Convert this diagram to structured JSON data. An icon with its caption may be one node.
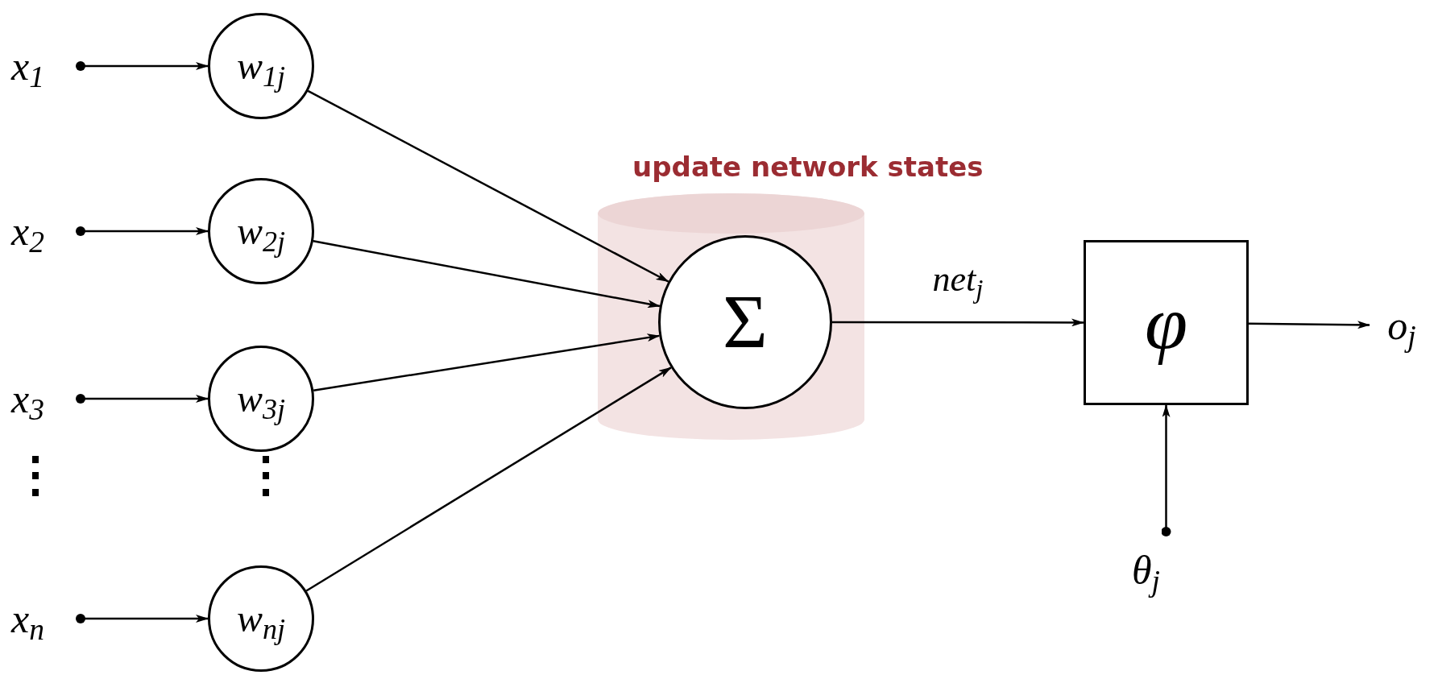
{
  "diagram": {
    "nodes": [
      {
        "text": [
          "x$_{1}$"
        ]
      },
      {
        "text": [
          "w$_{1j}$"
        ]
      },
      {
        "text": [
          "x$_{2}$"
        ]
      },
      {
        "text": [
          "w$_{2j}$"
        ]
      },
      {
        "text": [
          "x$_{3}$"
        ]
      },
      {
        "text": [
          "w$_{3j}$"
        ]
      },
      {
        "text": [
          "x$_{n}$"
        ]
      },
      {
        "text": [
          "w$_{nj}$"
        ]
      },
      {
        "text": [
          "update network states"
        ]
      },
      {
        "text": [
          "Σ"
        ],
        "in": 8
      },
      {
        "text": [
          "φ"
        ]
      },
      {
        "text": [
          "o$_{j}$"
        ]
      },
      {
        "text": [
          "θ$_{j}$"
        ]
      }
    ],
    "edges": [
      {
        "from": 0,
        "to": 1,
        "arrow": "to"
      },
      {
        "from": 2,
        "to": 3,
        "arrow": "to"
      },
      {
        "from": 4,
        "to": 5,
        "arrow": "to"
      },
      {
        "from": 6,
        "to": 7,
        "arrow": "to"
      },
      {
        "from": 1,
        "to": 9,
        "arrow": "to"
      },
      {
        "from": 3,
        "to": 9,
        "arrow": "to"
      },
      {
        "from": 5,
        "to": 9,
        "arrow": "to"
      },
      {
        "from": 7,
        "to": 9,
        "arrow": "to"
      },
      {
        "from": 9,
        "to": 10,
        "label": "net$_{j}$",
        "arrow": "to"
      },
      {
        "from": 10,
        "to": 11,
        "arrow": "to"
      },
      {
        "from": 12,
        "to": 10,
        "arrow": "to"
      }
    ],
    "labels": [
      "⋮",
      "⋮"
    ]
  }
}
